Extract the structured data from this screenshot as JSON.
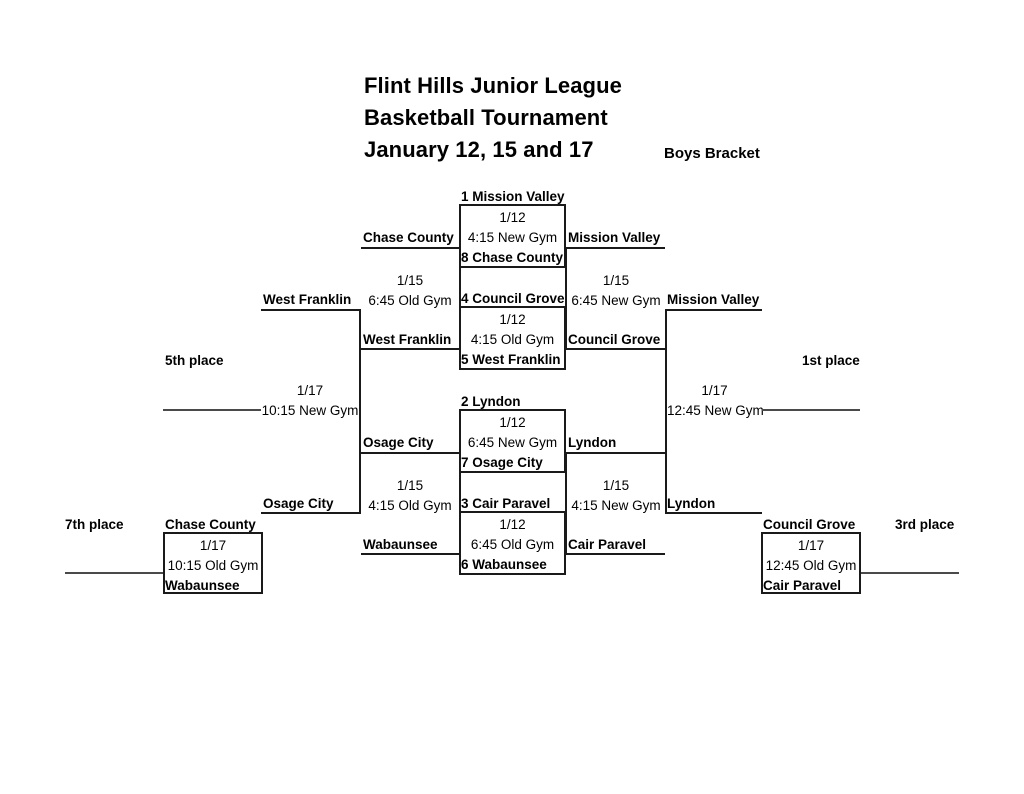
{
  "header": {
    "title_line_1": "Flint Hills Junior League",
    "title_line_2": "Basketball Tournament",
    "title_line_3": "January 12, 15 and 17",
    "bracket_label": "Boys Bracket"
  },
  "round_1": {
    "game_1": {
      "top_team": "1 Mission Valley",
      "bottom_team": "8 Chase County",
      "date": "1/12",
      "place": "4:15 New Gym",
      "winner": "Mission Valley",
      "loser": "Chase County"
    },
    "game_2": {
      "top_team": "4 Council Grove",
      "bottom_team": "5 West Franklin",
      "date": "1/12",
      "place": "4:15 Old Gym",
      "winner": "Council Grove",
      "loser": "West Franklin"
    },
    "game_3": {
      "top_team": "2 Lyndon",
      "bottom_team": "7 Osage City",
      "date": "1/12",
      "place": "6:45 New Gym",
      "winner": "Lyndon",
      "loser": "Osage City"
    },
    "game_4": {
      "top_team": "3 Cair Paravel",
      "bottom_team": "6 Wabaunsee",
      "date": "1/12",
      "place": "6:45 Old Gym",
      "winner": "Cair Paravel",
      "loser": "Wabaunsee"
    }
  },
  "semifinals": {
    "upper": {
      "top_team": "Mission Valley",
      "bottom_team": "Council Grove",
      "date": "1/15",
      "place": "6:45 New Gym",
      "winner": "Mission Valley"
    },
    "lower": {
      "top_team": "Lyndon",
      "bottom_team": "Cair Paravel",
      "date": "1/15",
      "place": "4:15 New Gym",
      "winner": "Lyndon"
    }
  },
  "consolation_semifinals": {
    "upper": {
      "top_team": "Chase County",
      "bottom_team": "West Franklin",
      "date": "1/15",
      "place": "6:45 Old Gym",
      "winner": "West Franklin"
    },
    "lower": {
      "top_team": "Osage City",
      "bottom_team": "Wabaunsee",
      "date": "1/15",
      "place": "4:15 Old Gym",
      "winner": "Osage City"
    }
  },
  "championship": {
    "label": "1st place",
    "top_team": "Mission Valley",
    "bottom_team": "Lyndon",
    "date": "1/17",
    "place": "12:45 New Gym"
  },
  "third_place": {
    "label": "3rd place",
    "top_team": "Council Grove",
    "bottom_team": "Cair Paravel",
    "date": "1/17",
    "place": "12:45 Old Gym"
  },
  "fifth_place": {
    "label": "5th place",
    "top_team": "West Franklin",
    "bottom_team": "Osage City",
    "date": "1/17",
    "place": "10:15 New Gym"
  },
  "seventh_place": {
    "label": "7th place",
    "top_team": "Chase County",
    "bottom_team": "Wabaunsee",
    "date": "1/17",
    "place": "10:15 Old Gym"
  }
}
